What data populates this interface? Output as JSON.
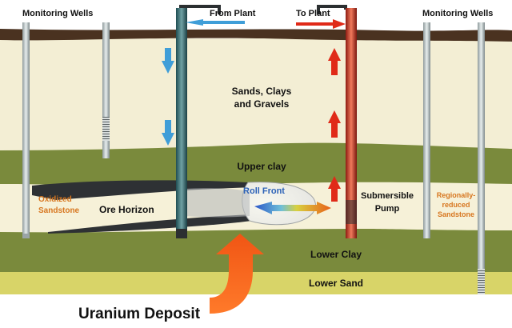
{
  "labels": {
    "monitoring_wells_left": "Monitoring Wells",
    "monitoring_wells_right": "Monitoring Wells",
    "from_plant": "From Plant",
    "to_plant": "To Plant",
    "sands_clays_gravels_line1": "Sands, Clays",
    "sands_clays_gravels_line2": "and Gravels",
    "upper_clay": "Upper clay",
    "roll_front": "Roll Front",
    "oxidized_sandstone_line1": "Oxidized",
    "oxidized_sandstone_line2": "Sandstone",
    "ore_horizon": "Ore Horizon",
    "submersible_pump_line1": "Submersible",
    "submersible_pump_line2": "Pump",
    "regionally_reduced_line1": "Regionally-",
    "regionally_reduced_line2": "reduced",
    "regionally_reduced_line3": "Sandstone",
    "lower_clay": "Lower Clay",
    "lower_sand": "Lower Sand",
    "uranium_deposit": "Uranium Deposit"
  },
  "colors": {
    "topsoil": "#4a3220",
    "sands_layer": "#f3eed4",
    "clay_layer": "#7a8a3c",
    "ore_layer": "#f6f1d8",
    "lower_sand": "#d8d468",
    "injection_flow": "#3f9ed8",
    "recovery_flow": "#e02a18",
    "label_orange": "#d7761f",
    "label_blue": "#2d63b8",
    "label_dark": "#111111"
  },
  "icons": {
    "injection_arrow": "arrow-down-icon",
    "recovery_arrow": "arrow-up-icon",
    "deposit_arrow": "curved-arrow-icon"
  }
}
